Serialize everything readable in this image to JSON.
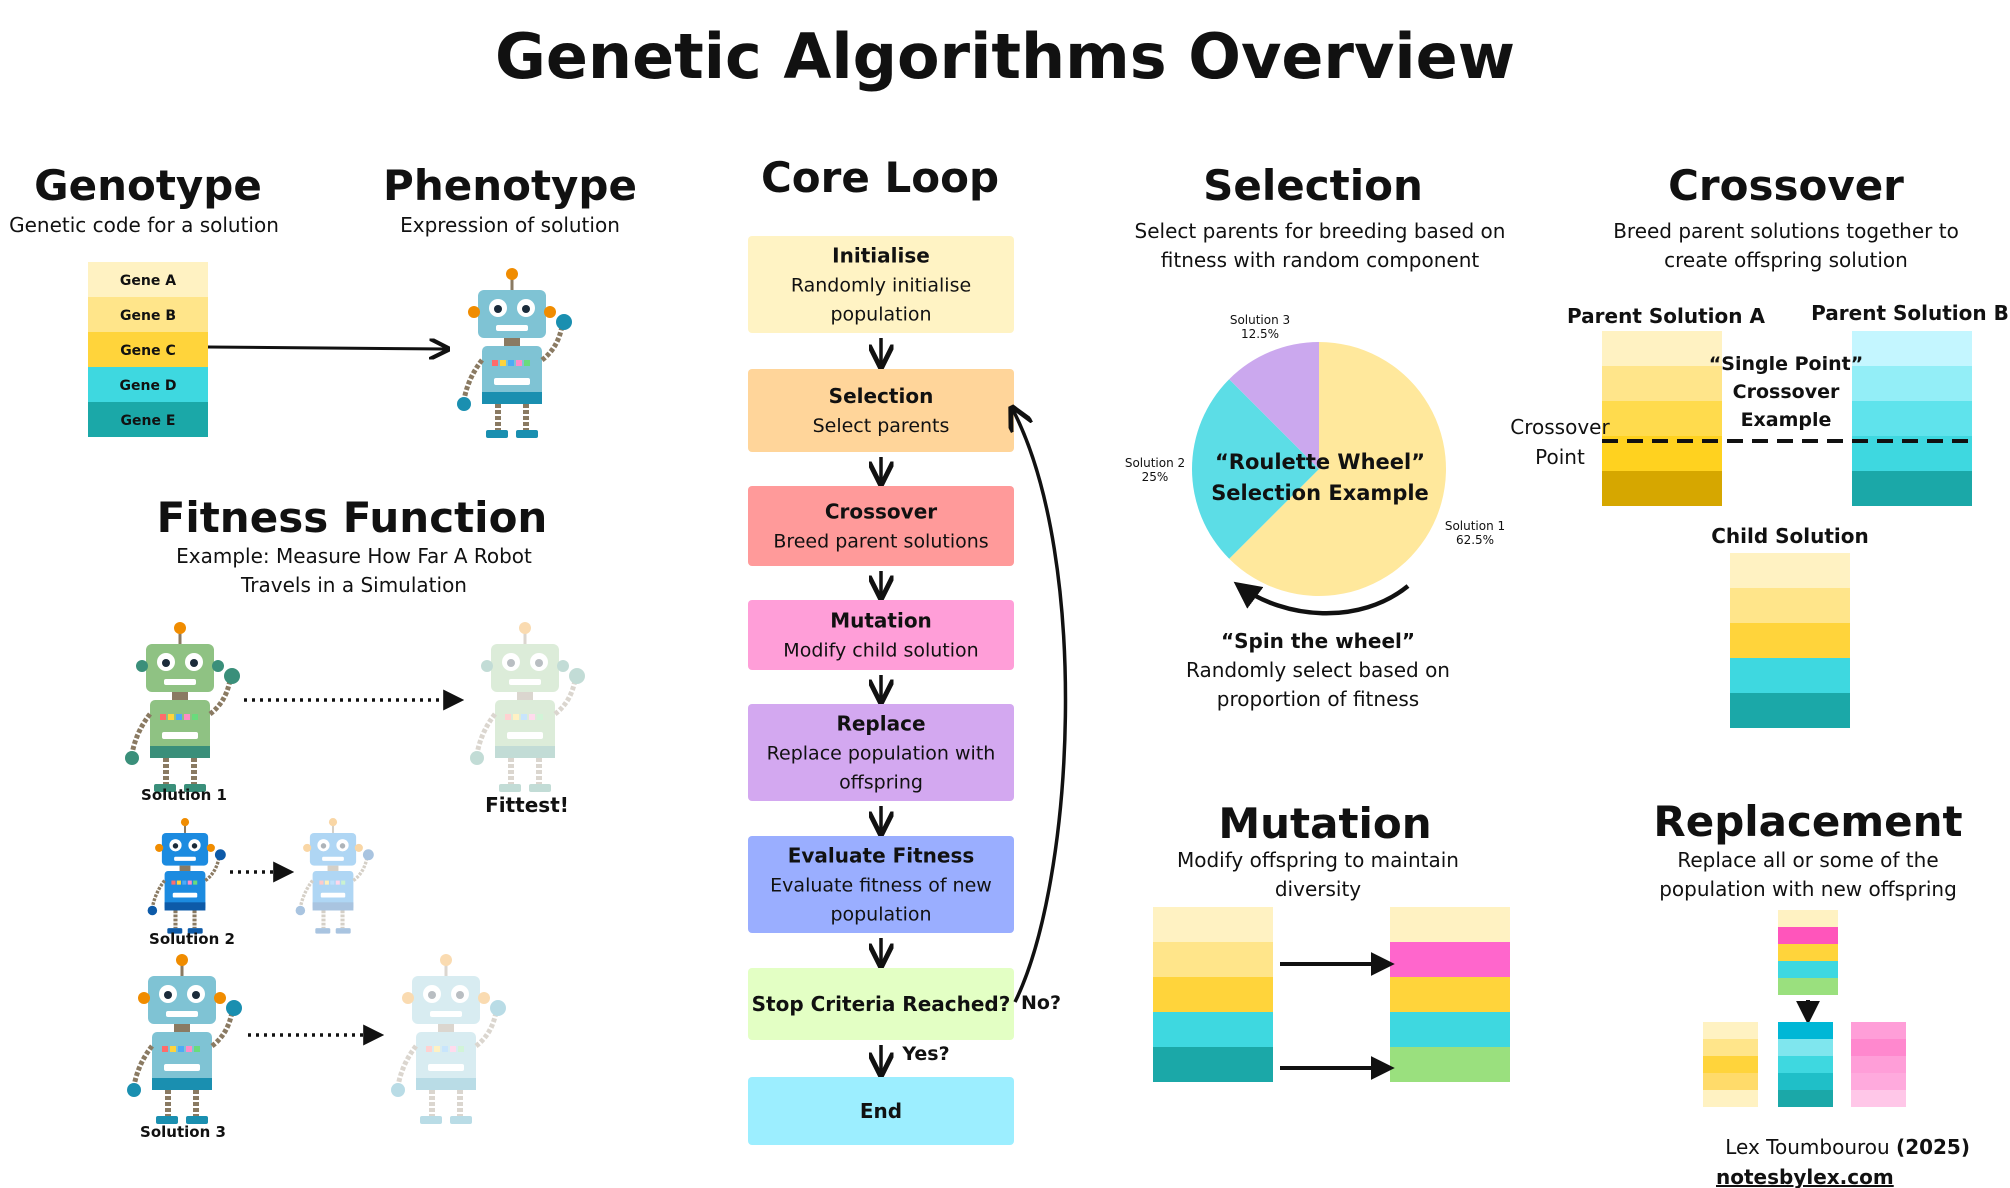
{
  "title": "Genetic Algorithms Overview",
  "genotype": {
    "heading": "Genotype",
    "subtitle": "Genetic code for a solution",
    "genes": [
      {
        "label": "Gene A",
        "color": "#FFF2C2"
      },
      {
        "label": "Gene B",
        "color": "#FFE58A"
      },
      {
        "label": "Gene C",
        "color": "#FFD43B"
      },
      {
        "label": "Gene D",
        "color": "#3ED8E0"
      },
      {
        "label": "Gene E",
        "color": "#1BA8A8"
      }
    ]
  },
  "phenotype": {
    "heading": "Phenotype",
    "subtitle": "Expression of solution"
  },
  "fitness": {
    "heading": "Fitness Function",
    "subtitle_lines": [
      "Example: Measure How Far A Robot",
      "Travels in a Simulation"
    ],
    "solutions": [
      "Solution 1",
      "Solution 2",
      "Solution 3"
    ],
    "fittest_label": "Fittest!"
  },
  "core_loop": {
    "heading": "Core Loop",
    "steps": [
      {
        "title": "Initialise",
        "lines": [
          "Randomly initialise",
          "population"
        ],
        "color": "#FFF3C4"
      },
      {
        "title": "Selection",
        "lines": [
          "Select parents"
        ],
        "color": "#FFD59A"
      },
      {
        "title": "Crossover",
        "lines": [
          "Breed parent solutions"
        ],
        "color": "#FF9A9A"
      },
      {
        "title": "Mutation",
        "lines": [
          "Modify child solution"
        ],
        "color": "#FF9ED8"
      },
      {
        "title": "Replace",
        "lines": [
          "Replace population with",
          "offspring"
        ],
        "color": "#D3A8F0"
      },
      {
        "title": "Evaluate Fitness",
        "lines": [
          "Evaluate fitness of new",
          "population"
        ],
        "color": "#9AAEFF"
      },
      {
        "title": "Stop Criteria Reached?",
        "lines": [],
        "color": "#E3FFC4"
      },
      {
        "title": "End",
        "lines": [],
        "color": "#9CEEFF"
      }
    ],
    "no_label": "No?",
    "yes_label": "Yes?"
  },
  "selection": {
    "heading": "Selection",
    "subtitle_lines": [
      "Select parents for breeding based on",
      "fitness with random component"
    ],
    "wheel_title_lines": [
      "“Roulette Wheel”",
      "Selection Example"
    ],
    "slices": [
      {
        "name": "Solution 1",
        "percent": 62.5,
        "label": "62.5%",
        "color": "#FFE89C"
      },
      {
        "name": "Solution 2",
        "percent": 25,
        "label": "25%",
        "color": "#5CDDE6"
      },
      {
        "name": "Solution 3",
        "percent": 12.5,
        "label": "12.5%",
        "color": "#CBA8EE"
      }
    ],
    "spin_title": "“Spin the wheel”",
    "spin_lines": [
      "Randomly select based on",
      "proportion of fitness"
    ]
  },
  "crossover": {
    "heading": "Crossover",
    "subtitle_lines": [
      "Breed parent solutions together to",
      "create offspring solution"
    ],
    "parent_a_label": "Parent Solution A",
    "parent_b_label": "Parent Solution B",
    "parent_a_color": "#D9A400",
    "parent_b_color": "#1A7A8C",
    "example_lines": [
      "“Single Point”",
      "Crossover",
      "Example"
    ],
    "point_lines": [
      "Crossover",
      "Point"
    ],
    "child_label": "Child Solution",
    "child_color": "#1A7A8C",
    "parent_a_genes": [
      "#FFF2C2",
      "#FFE58A",
      "#FFDB4D",
      "#FFD21F",
      "#D6A700"
    ],
    "parent_b_genes": [
      "#C4F6FF",
      "#93EEF7",
      "#5FE3EC",
      "#3ED8E0",
      "#1BA8A8"
    ],
    "child_genes": [
      "#FFF2C2",
      "#FFE58A",
      "#FFD43B",
      "#3ED8E0",
      "#1BA8A8"
    ]
  },
  "mutation": {
    "heading": "Mutation",
    "subtitle_lines": [
      "Modify offspring to maintain",
      "diversity"
    ],
    "before_genes": [
      "#FFF2C2",
      "#FFE58A",
      "#FFD43B",
      "#3ED8E0",
      "#1BA8A8"
    ],
    "after_genes": [
      "#FFF2C2",
      "#FF66CC",
      "#FFD43B",
      "#3ED8E0",
      "#9AE07E"
    ]
  },
  "replacement": {
    "heading": "Replacement",
    "subtitle_lines": [
      "Replace all or some of the",
      "population with new offspring"
    ],
    "new_genes": [
      "#FFF2C2",
      "#FF55BB",
      "#FFD43B",
      "#3ED8E0",
      "#9AE07E"
    ],
    "pop_left": [
      "#FFF2C2",
      "#FFE58A",
      "#FFD43B",
      "#FFDB6A",
      "#FFF2C2"
    ],
    "pop_mid": [
      "#00B7D6",
      "#7FE6EE",
      "#3ED8E0",
      "#1FBFC8",
      "#1BA8A8"
    ],
    "pop_right": [
      "#FF9ED8",
      "#FF88CE",
      "#FF9ED8",
      "#FFAADD",
      "#FFC7E8"
    ]
  },
  "credit": {
    "name": "Lex Toumbourou ",
    "year": "(2025)",
    "site": "notesbylex.com"
  }
}
